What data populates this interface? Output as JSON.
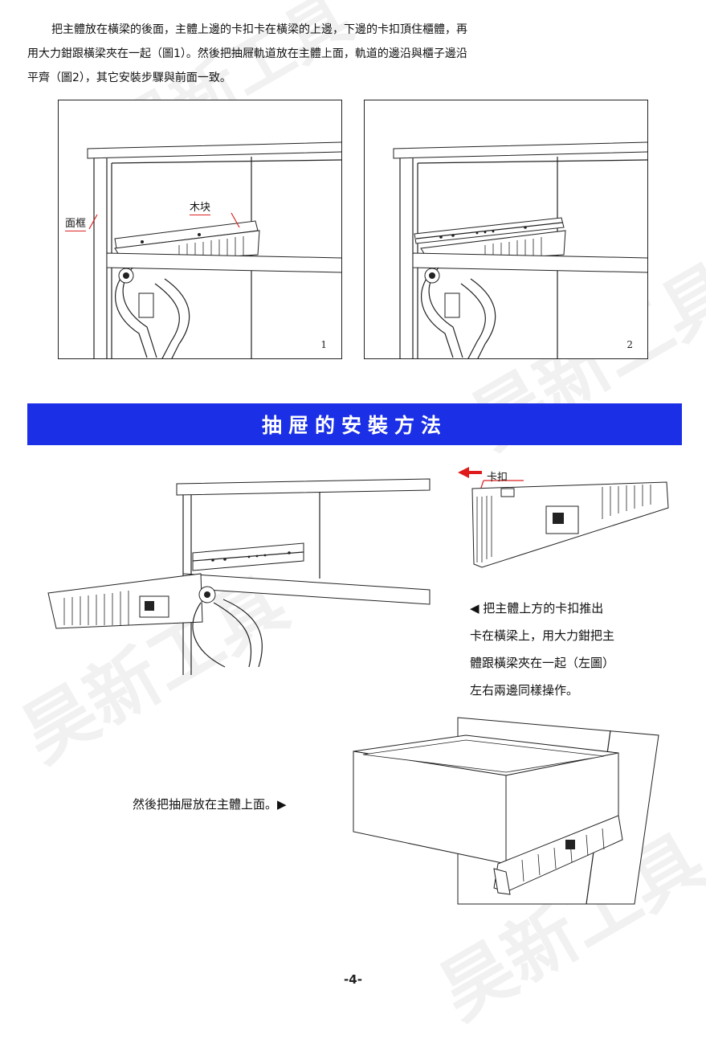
{
  "intro": {
    "line1": "把主體放在橫梁的後面，主體上邊的卡扣卡在橫梁的上邊，下邊的卡扣頂住櫃體，再",
    "line2": "用大力鉗跟橫梁夾在一起（圖1）。然後把抽屜軌道放在主體上面，軌道的邊沿與櫃子邊沿",
    "line3": "平齊（圖2），其它安裝步驟與前面一致。"
  },
  "figure1": {
    "label_wood": "木块",
    "label_frame": "面框",
    "number": "1"
  },
  "figure2": {
    "number": "2"
  },
  "section": {
    "title": "抽屉的安裝方法"
  },
  "detail": {
    "label_clip": "卡扣"
  },
  "step1": {
    "line1": "◀ 把主體上方的卡扣推出",
    "line2": "卡在橫梁上，用大力鉗把主",
    "line3": "體跟橫梁夾在一起（左圖）",
    "line4": "左右兩邊同樣操作。"
  },
  "step2": {
    "text": "然後把抽屉放在主體上面。▶"
  },
  "page": {
    "number": "-4-"
  },
  "watermark": {
    "text": "昊新工具"
  },
  "colors": {
    "banner": "#1a2fe6",
    "leader": "#d22222",
    "arrow": "#e01b1b"
  }
}
